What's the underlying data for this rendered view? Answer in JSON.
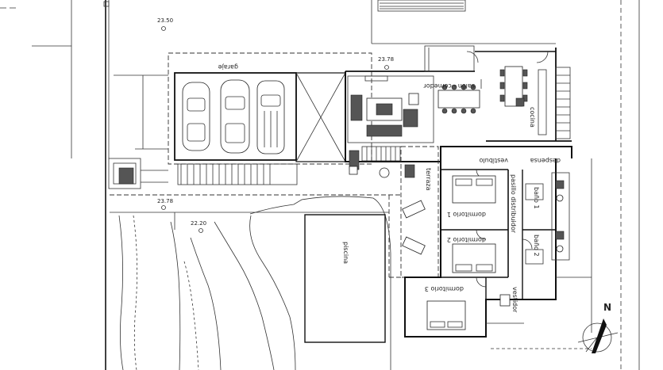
{
  "labels": {
    "garaje": "garaje",
    "salon_comedor": "salón - comedor",
    "cocina": "cocina",
    "despensa": "despensa",
    "vestibulo": "vestíbulo",
    "terraza": "terraza",
    "pasillo_distribuidor": "pasillo distribuidor",
    "dormitorio_1": "dormitorio 1",
    "dormitorio_2": "dormitorio 2",
    "dormitorio_3": "dormitorio 3",
    "bano_1": "baño 1",
    "bano_2": "baño 2",
    "vestidor": "vestidor",
    "piscina": "piscina"
  },
  "levels": {
    "top": "23.50",
    "terrace_top": "23.78",
    "street": "23.78",
    "garden": "22.20"
  },
  "compass": {
    "letter": "N",
    "icon": "north-arrow-icon"
  }
}
